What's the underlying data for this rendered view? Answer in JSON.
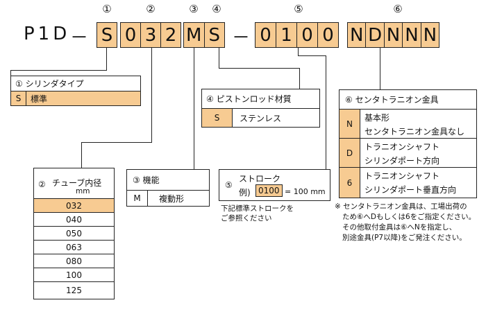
{
  "code_parts": {
    "prefix": "P1D",
    "dash1": "－",
    "dash2": "－",
    "segment1": "S",
    "segment2": [
      "0",
      "3",
      "2"
    ],
    "segment3": "M",
    "segment4": "S",
    "segment5": [
      "0",
      "1",
      "0",
      "0"
    ],
    "segment6": [
      "N",
      "D",
      "N",
      "N",
      "N"
    ]
  },
  "numbers": [
    "①",
    "②",
    "③",
    "④",
    "⑤",
    "⑥"
  ],
  "cylinder_type": {
    "title": "① シリンダタイプ",
    "code": "S",
    "label": "標準"
  },
  "rod_material": {
    "title": "④ ピストンロッド材質",
    "code": "S",
    "label": "ステンレス"
  },
  "bore": {
    "title_num": "②",
    "title": "チューブ内径",
    "unit": "mm",
    "values": [
      "032",
      "040",
      "050",
      "063",
      "080",
      "100",
      "125"
    ]
  },
  "function": {
    "title": "③ 機能",
    "code": "M",
    "label": "複動形"
  },
  "stroke": {
    "title_num": "⑤",
    "title": "ストローク",
    "example_prefix": "例)",
    "example_value": "0100",
    "example_suffix": "= 100 mm",
    "note_line1": "下記標準ストロークを",
    "note_line2": "ご参照ください"
  },
  "trunnion": {
    "title": "⑥ センタトラニオン金具",
    "rows": [
      {
        "code": "N",
        "line1": "基本形",
        "line2": "センタトラニオン金具なし"
      },
      {
        "code": "D",
        "line1": "トラニオンシャフト",
        "line2": "シリンダポート方向"
      },
      {
        "code": "6",
        "line1": "トラニオンシャフト",
        "line2": "シリンダポート垂直方向"
      }
    ]
  },
  "footnote": {
    "line1": "※ センタトラニオン金具は、工場出荷の",
    "line2": "ため⑥へDもしくは6をご指定ください。",
    "line3": "その他取付金具は⑥へNを指定し、",
    "line4": "別途金具(P7以降)をご発注ください。"
  },
  "colors": {
    "highlight": "#f7cb92",
    "line": "#222222"
  }
}
